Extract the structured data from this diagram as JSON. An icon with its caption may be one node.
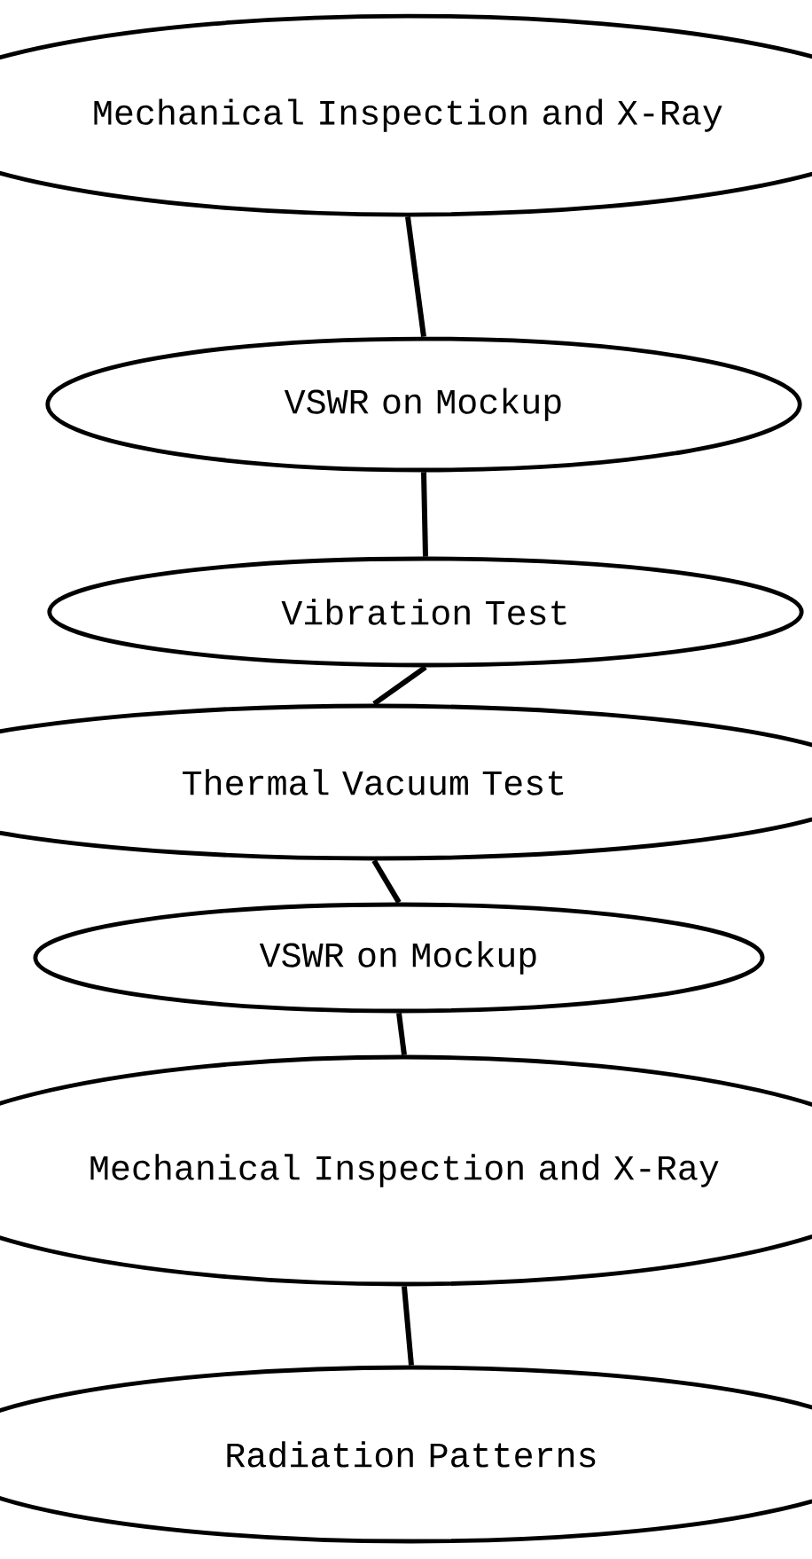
{
  "diagram": {
    "nodes": [
      {
        "text": [
          "Mechanical Inspection and X-Ray"
        ]
      },
      {
        "text": [
          "VSWR on Mockup"
        ]
      },
      {
        "text": [
          "Vibration Test"
        ]
      },
      {
        "text": [
          "Thermal Vacuum Test"
        ]
      },
      {
        "text": [
          "VSWR on Mockup"
        ]
      },
      {
        "text": [
          "Mechanical Inspection and X-Ray"
        ]
      },
      {
        "text": [
          "Radiation Patterns"
        ]
      }
    ],
    "edges": [
      {
        "from": 0,
        "to": 1,
        "arrow": "none"
      },
      {
        "from": 1,
        "to": 2,
        "arrow": "none"
      },
      {
        "from": 2,
        "to": 3,
        "arrow": "none"
      },
      {
        "from": 3,
        "to": 4,
        "arrow": "none"
      },
      {
        "from": 4,
        "to": 5,
        "arrow": "none"
      },
      {
        "from": 5,
        "to": 6,
        "arrow": "none"
      }
    ]
  }
}
